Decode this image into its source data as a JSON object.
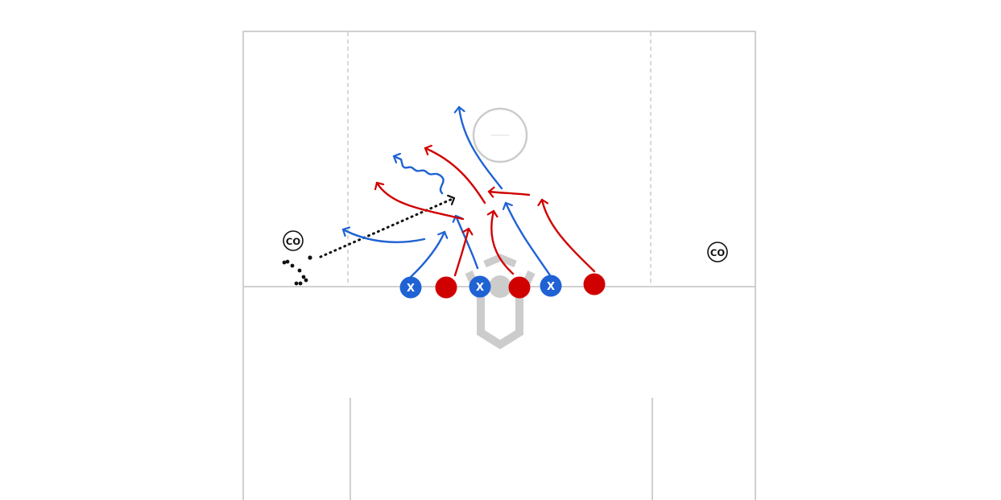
{
  "colors": {
    "red": "#d10000",
    "blue": "#1f62d4",
    "field_line": "#d0d0d0",
    "crease": "#cccccc",
    "ink": "#111111"
  },
  "player_marks": {
    "blue": "X",
    "coach": "CO"
  },
  "players": [
    {
      "team": "blue",
      "label": "X"
    },
    {
      "team": "red",
      "label": ""
    },
    {
      "team": "blue",
      "label": "X"
    },
    {
      "team": "red",
      "label": ""
    },
    {
      "team": "blue",
      "label": "X"
    },
    {
      "team": "red",
      "label": ""
    }
  ],
  "coaches": [
    "CO",
    "CO"
  ],
  "icons": {
    "goal": "goal-crease-shape",
    "ball_circle": "circle-outline",
    "cone_cluster": "ball-pile-dots"
  }
}
